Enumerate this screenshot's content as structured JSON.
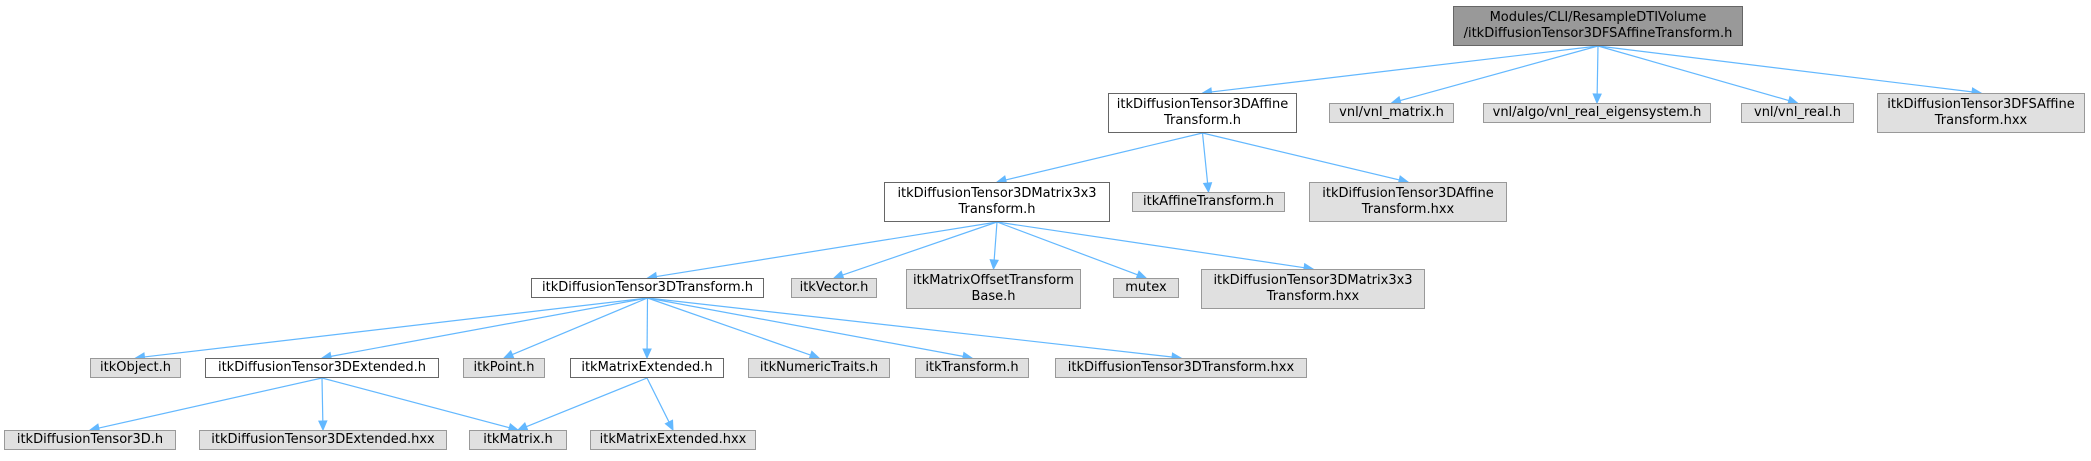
{
  "colors": {
    "edge": "#63b8ff",
    "root_fill": "#999999",
    "local_fill": "#ffffff",
    "external_fill": "#e0e0e0",
    "local_border": "#666666",
    "external_border": "#999999"
  },
  "nodes": {
    "root": "Modules/CLI/ResampleDTIVolume\n/itkDiffusionTensor3DFSAffineTransform.h",
    "affine_h": "itkDiffusionTensor3DAffine\nTransform.h",
    "vnl_matrix": "vnl/vnl_matrix.h",
    "vnl_eigen": "vnl/algo/vnl_real_eigensystem.h",
    "vnl_real": "vnl/vnl_real.h",
    "fs_affine_hxx": "itkDiffusionTensor3DFSAffine\nTransform.hxx",
    "matrix3x3_h": "itkDiffusionTensor3DMatrix3x3\nTransform.h",
    "itk_affine": "itkAffineTransform.h",
    "affine_hxx": "itkDiffusionTensor3DAffine\nTransform.hxx",
    "transform_h": "itkDiffusionTensor3DTransform.h",
    "itk_vector": "itkVector.h",
    "matrix_offset": "itkMatrixOffsetTransform\nBase.h",
    "mutex": "mutex",
    "matrix3x3_hxx": "itkDiffusionTensor3DMatrix3x3\nTransform.hxx",
    "itk_object": "itkObject.h",
    "extended_h": "itkDiffusionTensor3DExtended.h",
    "itk_point": "itkPoint.h",
    "matrix_extended_h": "itkMatrixExtended.h",
    "numeric_traits": "itkNumericTraits.h",
    "itk_transform": "itkTransform.h",
    "transform_hxx": "itkDiffusionTensor3DTransform.hxx",
    "dt3d_h": "itkDiffusionTensor3D.h",
    "extended_hxx": "itkDiffusionTensor3DExtended.hxx",
    "itk_matrix": "itkMatrix.h",
    "matrix_extended_hxx": "itkMatrixExtended.hxx"
  },
  "edges": [
    [
      "root",
      "affine_h"
    ],
    [
      "root",
      "vnl_matrix"
    ],
    [
      "root",
      "vnl_eigen"
    ],
    [
      "root",
      "vnl_real"
    ],
    [
      "root",
      "fs_affine_hxx"
    ],
    [
      "affine_h",
      "matrix3x3_h"
    ],
    [
      "affine_h",
      "itk_affine"
    ],
    [
      "affine_h",
      "affine_hxx"
    ],
    [
      "matrix3x3_h",
      "transform_h"
    ],
    [
      "matrix3x3_h",
      "itk_vector"
    ],
    [
      "matrix3x3_h",
      "matrix_offset"
    ],
    [
      "matrix3x3_h",
      "mutex"
    ],
    [
      "matrix3x3_h",
      "matrix3x3_hxx"
    ],
    [
      "transform_h",
      "itk_object"
    ],
    [
      "transform_h",
      "extended_h"
    ],
    [
      "transform_h",
      "itk_point"
    ],
    [
      "transform_h",
      "matrix_extended_h"
    ],
    [
      "transform_h",
      "numeric_traits"
    ],
    [
      "transform_h",
      "itk_transform"
    ],
    [
      "transform_h",
      "transform_hxx"
    ],
    [
      "extended_h",
      "dt3d_h"
    ],
    [
      "extended_h",
      "extended_hxx"
    ],
    [
      "extended_h",
      "itk_matrix"
    ],
    [
      "matrix_extended_h",
      "itk_matrix"
    ],
    [
      "matrix_extended_h",
      "matrix_extended_hxx"
    ]
  ]
}
